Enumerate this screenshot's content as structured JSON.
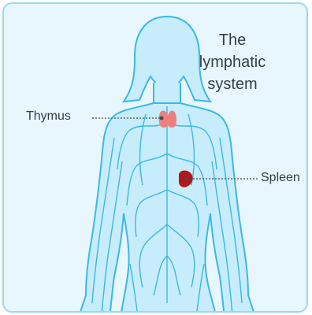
{
  "title_lines": [
    "The",
    "lymphatic",
    "system"
  ],
  "organs": {
    "thymus": {
      "label": "Thymus",
      "color": "#ee7f80"
    },
    "spleen": {
      "label": "Spleen",
      "color": "#b5161c"
    }
  },
  "colors": {
    "panel_bg": "#e8f6fd",
    "panel_border": "#9ad7f1",
    "body_fill": "#c7ecfb",
    "body_stroke": "#3cb8e6",
    "text": "#333f48",
    "leader": "#4a4a4a"
  }
}
